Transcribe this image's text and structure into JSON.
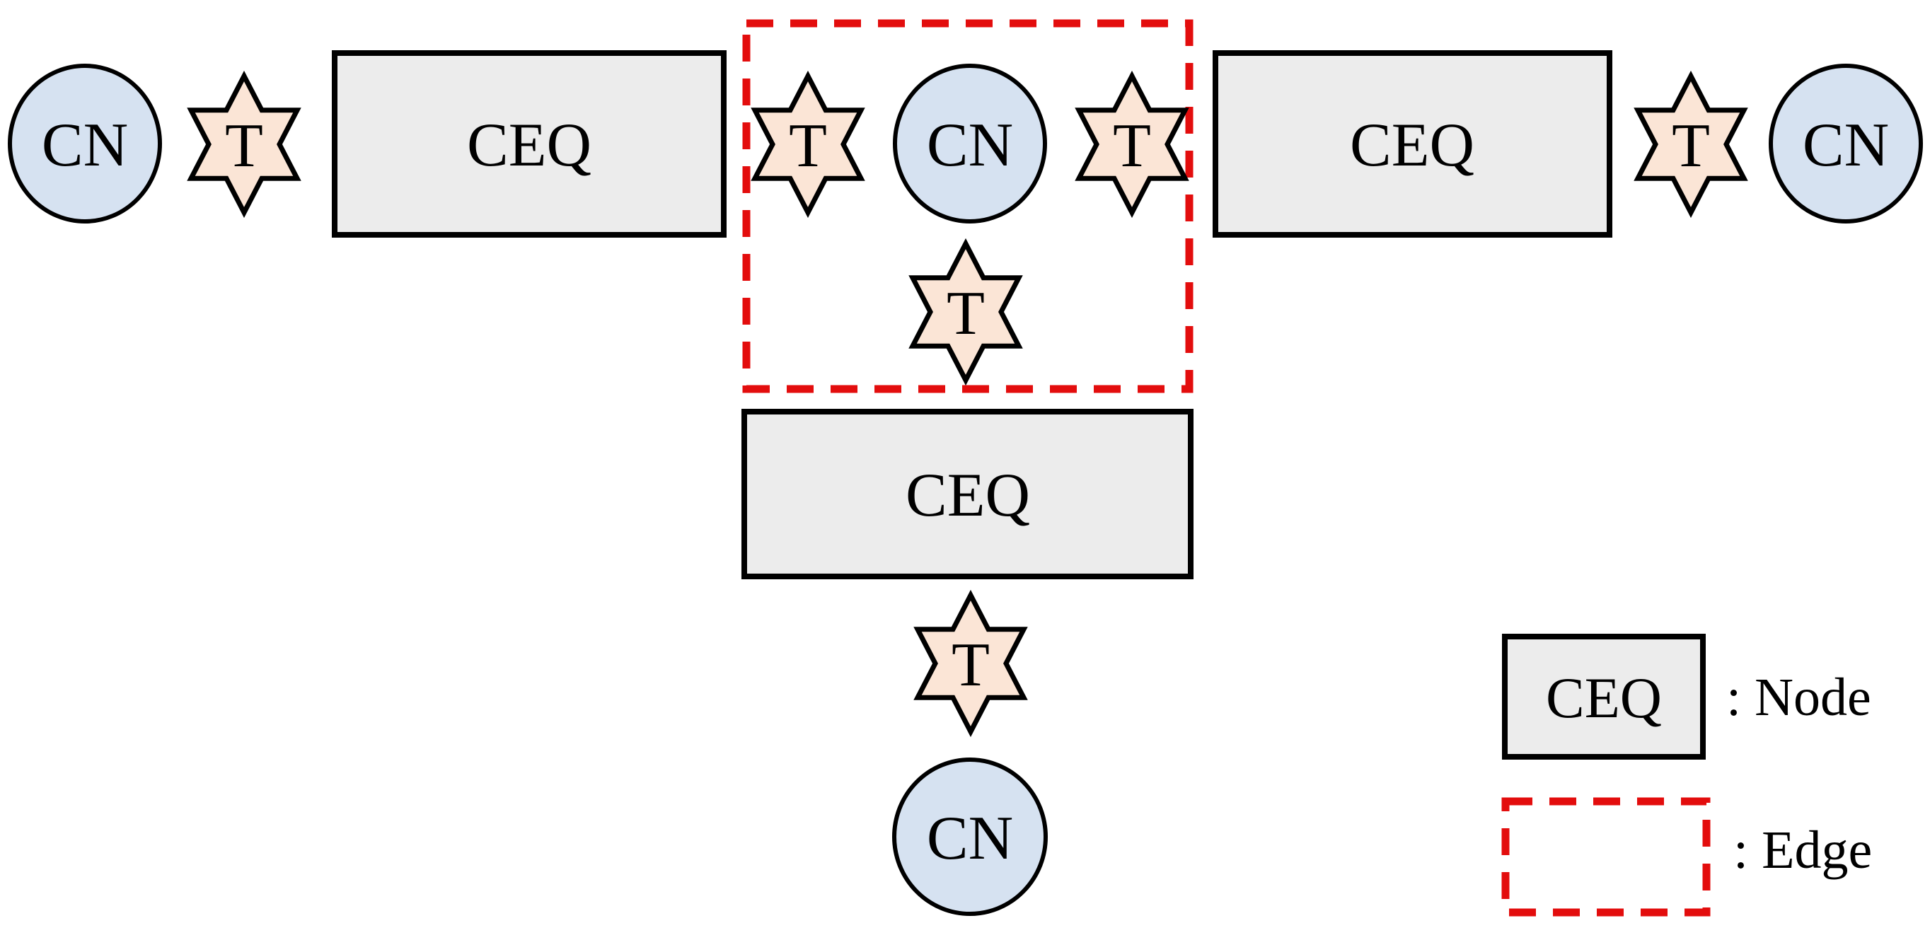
{
  "figure": {
    "description": "Network topology figure: CN terminals connected through T transceivers to CEQ nodes; one CN with its three T transceivers is enclosed by a red dashed boundary marking an Edge."
  },
  "shapes": {
    "cn1": {
      "label": "CN"
    },
    "t1": {
      "label": "T"
    },
    "ceq1": {
      "label": "CEQ"
    },
    "t2": {
      "label": "T"
    },
    "cn2": {
      "label": "CN"
    },
    "t3": {
      "label": "T"
    },
    "ceq2": {
      "label": "CEQ"
    },
    "t4": {
      "label": "T"
    },
    "cn3": {
      "label": "CN"
    },
    "t5": {
      "label": "T"
    },
    "ceq3": {
      "label": "CEQ"
    },
    "t6": {
      "label": "T"
    },
    "cn4": {
      "label": "CN"
    }
  },
  "legend": {
    "node_symbol_label": "CEQ",
    "node_label": ": Node",
    "edge_label": ": Edge"
  },
  "colors": {
    "cn_fill": "#D6E2F1",
    "t_fill": "#FBE5D6",
    "ceq_fill": "#ECECEC",
    "edge_red": "#E30D0D",
    "outline": "#000000"
  }
}
